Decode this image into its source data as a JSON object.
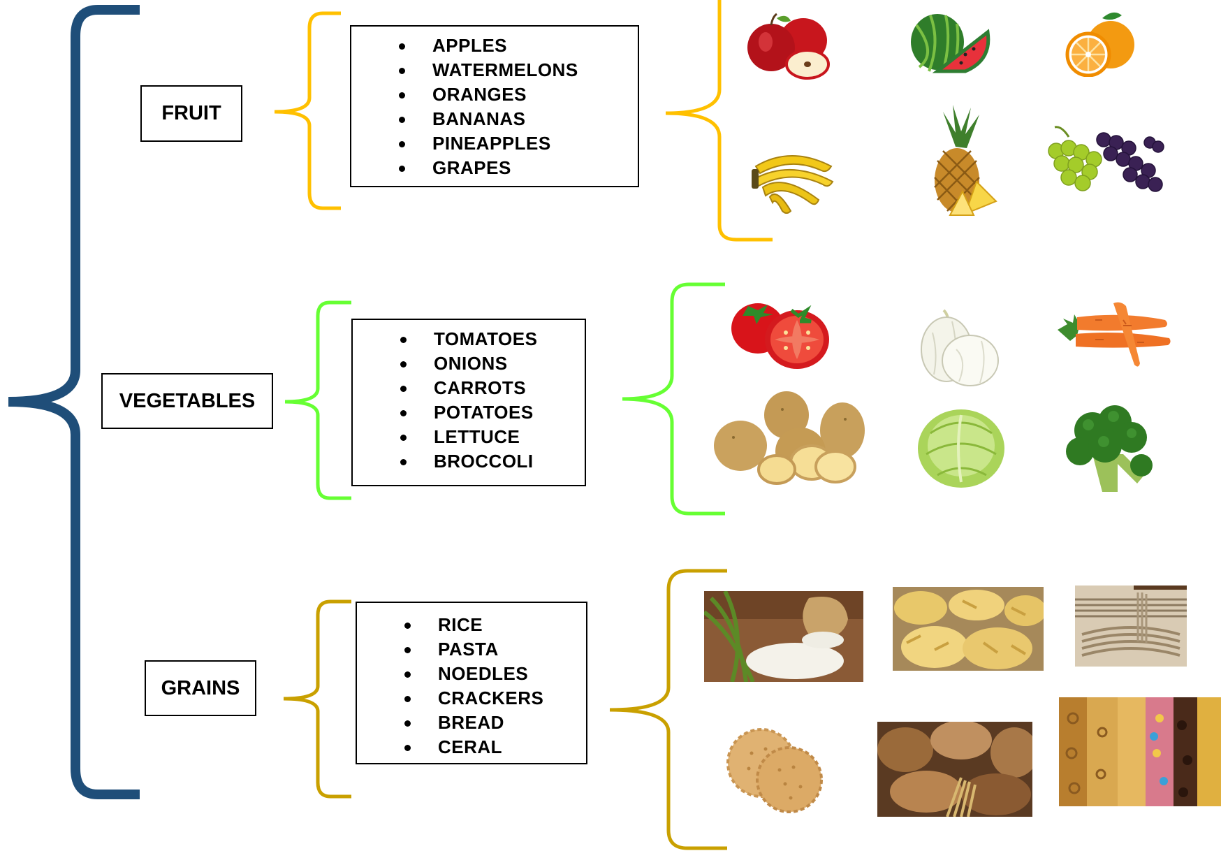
{
  "colors": {
    "main_brace": "#1f4e79",
    "fruit": "#ffc000",
    "vegetables": "#66ff33",
    "grains": "#c9a000"
  },
  "categories": [
    {
      "id": "fruit",
      "title": "FRUIT",
      "items": [
        "APPLES",
        "WATERMELONS",
        "ORANGES",
        "BANANAS",
        "PINEAPPLES",
        "GRAPES"
      ]
    },
    {
      "id": "vegetables",
      "title": "VEGETABLES",
      "items": [
        "TOMATOES",
        "ONIONS",
        "CARROTS",
        "POTATOES",
        "LETTUCE",
        "BROCCOLI"
      ]
    },
    {
      "id": "grains",
      "title": "GRAINS",
      "items": [
        "RICE",
        "PASTA",
        "NOEDLES",
        "CRACKERS",
        "BREAD",
        "CERAL"
      ]
    }
  ],
  "pictures": {
    "fruit": [
      "apple-icon",
      "watermelon-icon",
      "orange-icon",
      "banana-icon",
      "pineapple-icon",
      "grapes-icon"
    ],
    "vegetables": [
      "tomato-icon",
      "onion-icon",
      "carrot-icon",
      "potato-icon",
      "lettuce-icon",
      "broccoli-icon"
    ],
    "grains": [
      "rice-photo",
      "pasta-photo",
      "noodles-photo",
      "crackers-photo",
      "bread-photo",
      "cereal-photo"
    ]
  }
}
